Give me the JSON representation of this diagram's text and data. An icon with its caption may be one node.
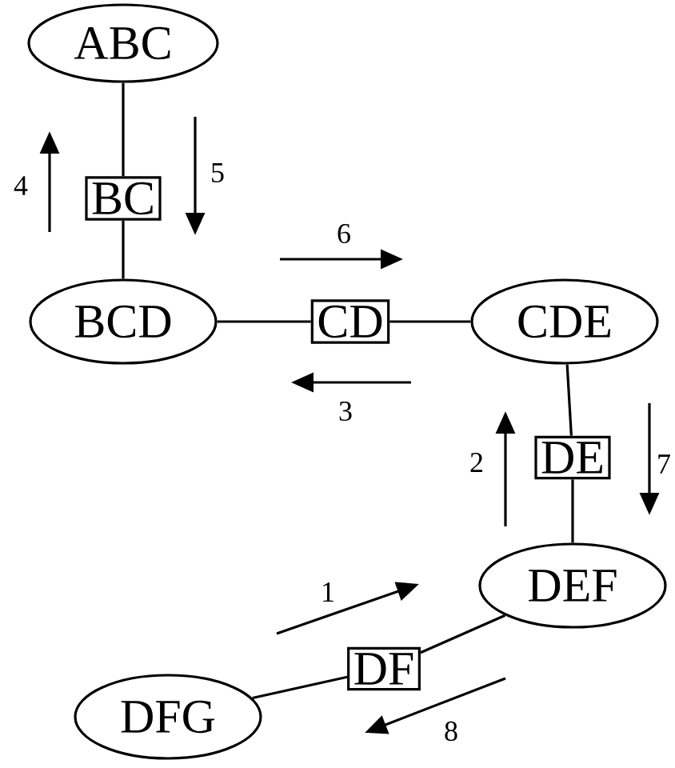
{
  "diagram": {
    "nodes": [
      {
        "text": [
          "ABC"
        ]
      },
      {
        "text": [
          "BC"
        ]
      },
      {
        "text": [
          "BCD"
        ]
      },
      {
        "text": [
          "CD"
        ]
      },
      {
        "text": [
          "CDE"
        ]
      },
      {
        "text": [
          "DE"
        ]
      },
      {
        "text": [
          "DEF"
        ]
      },
      {
        "text": [
          "DF"
        ]
      },
      {
        "text": [
          "DFG"
        ]
      }
    ],
    "edges": [
      {
        "from": 0,
        "to": 1,
        "arrow": "none"
      },
      {
        "from": 1,
        "to": 2,
        "arrow": "none"
      },
      {
        "from": 2,
        "to": 3,
        "arrow": "none"
      },
      {
        "from": 3,
        "to": 4,
        "arrow": "none"
      },
      {
        "from": 4,
        "to": 5,
        "arrow": "none"
      },
      {
        "from": 5,
        "to": 6,
        "arrow": "none"
      },
      {
        "from": 6,
        "to": 7,
        "arrow": "none"
      },
      {
        "from": 7,
        "to": 8,
        "arrow": "none"
      }
    ],
    "labels": [
      "4",
      "5",
      "6",
      "3",
      "2",
      "7",
      "1",
      "8"
    ]
  }
}
